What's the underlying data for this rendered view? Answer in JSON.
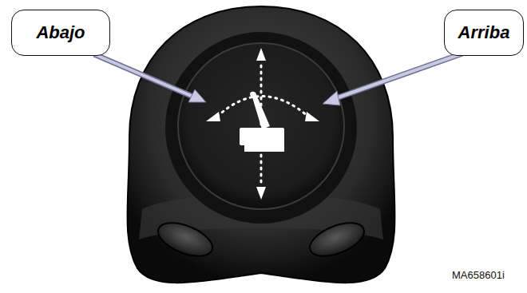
{
  "diagram": {
    "nodes": [
      {
        "text": [
          "Abajo"
        ]
      },
      {
        "text": [
          "Arriba"
        ]
      }
    ],
    "labels": [
      "MA658601i"
    ]
  }
}
